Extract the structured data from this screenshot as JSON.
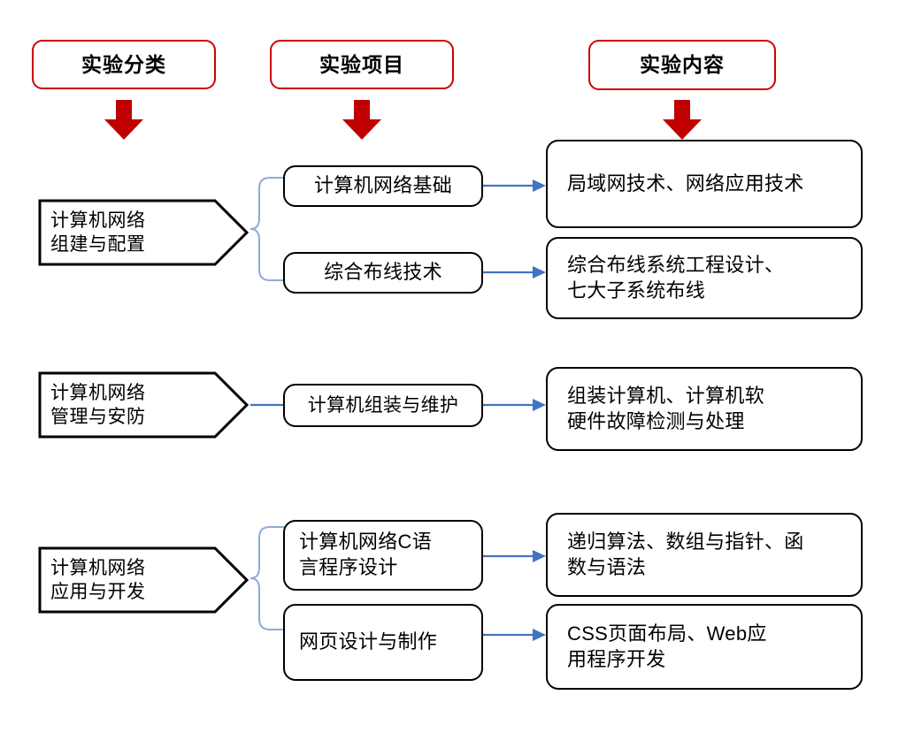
{
  "colors": {
    "header_border": "#CC0000",
    "red_arrow": "#C00000",
    "connector_blue": "#4472C4",
    "box_border": "#000000",
    "text": "#000000",
    "background": "#FFFFFF"
  },
  "headers": [
    {
      "label": "实验分类"
    },
    {
      "label": "实验项目"
    },
    {
      "label": "实验内容"
    }
  ],
  "rows": [
    {
      "category": "计算机网络\n组建与配置",
      "category_line1": "计算机网络",
      "category_line2": "组建与配置",
      "projects": [
        {
          "label": "计算机网络基础",
          "content_line1": "局域网技术、网络应用技术",
          "content_line2": ""
        },
        {
          "label": "综合布线技术",
          "content_line1": "综合布线系统工程设计、",
          "content_line2": "七大子系统布线"
        }
      ]
    },
    {
      "category": "计算机网络\n管理与安防",
      "category_line1": "计算机网络",
      "category_line2": "管理与安防",
      "projects": [
        {
          "label": "计算机组装与维护",
          "content_line1": "组装计算机、计算机软",
          "content_line2": "硬件故障检测与处理"
        }
      ]
    },
    {
      "category": "计算机网络\n应用与开发",
      "category_line1": "计算机网络",
      "category_line2": "应用与开发",
      "projects": [
        {
          "label_line1": "计算机网络C语",
          "label_line2": "言程序设计",
          "content_line1": "递归算法、数组与指针、函",
          "content_line2": "数与语法"
        },
        {
          "label_line1": "网页设计与制作",
          "label_line2": "",
          "content_line1": "CSS页面布局、Web应",
          "content_line2": "用程序开发"
        }
      ]
    }
  ],
  "icons": {
    "down_arrow": "red-down-arrow-icon",
    "right_arrow": "blue-right-arrow-icon",
    "brace": "blue-brace-connector-icon"
  }
}
